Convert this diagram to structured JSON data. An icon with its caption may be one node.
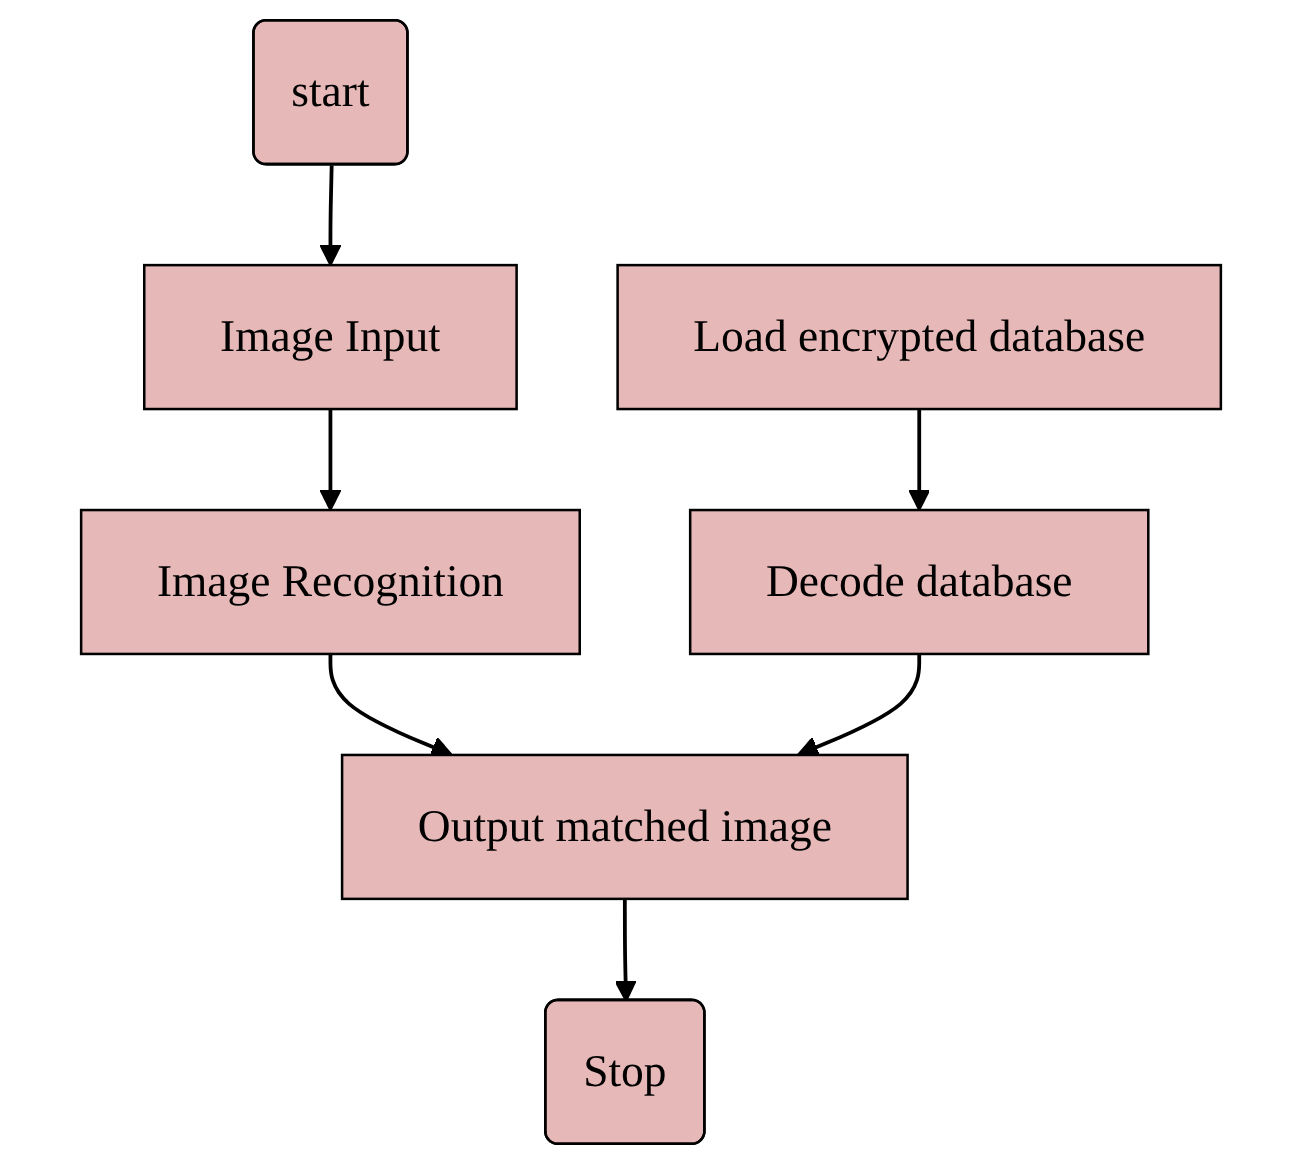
{
  "diagram": {
    "nodes": [
      {
        "text": [
          "start"
        ]
      },
      {
        "text": [
          "Image Input"
        ]
      },
      {
        "text": [
          "Image Recognition"
        ]
      },
      {
        "text": [
          "Load encrypted database"
        ]
      },
      {
        "text": [
          "Output matched image"
        ]
      },
      {
        "text": [
          "Decode database"
        ]
      },
      {
        "text": [
          "Stop"
        ]
      }
    ],
    "edges": [
      {
        "from": 0,
        "to": 1,
        "arrow": "to"
      },
      {
        "from": 1,
        "to": 2,
        "arrow": "to"
      },
      {
        "from": 2,
        "to": 4,
        "arrow": "to"
      },
      {
        "from": 3,
        "to": 5,
        "arrow": "to"
      },
      {
        "from": 5,
        "to": 4,
        "arrow": "to"
      },
      {
        "from": 4,
        "to": 6,
        "arrow": "to"
      }
    ]
  }
}
